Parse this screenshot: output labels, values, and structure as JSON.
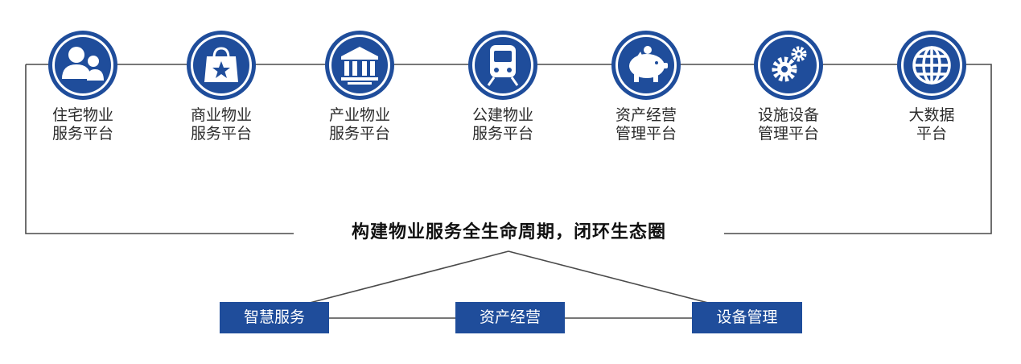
{
  "platforms": [
    {
      "icon": "residential-people-icon",
      "line1": "住宅物业",
      "line2": "服务平台"
    },
    {
      "icon": "shopping-bag-star-icon",
      "line1": "商业物业",
      "line2": "服务平台"
    },
    {
      "icon": "industrial-building-icon",
      "line1": "产业物业",
      "line2": "服务平台"
    },
    {
      "icon": "train-icon",
      "line1": "公建物业",
      "line2": "服务平台"
    },
    {
      "icon": "piggy-bank-icon",
      "line1": "资产经营",
      "line2": "管理平台"
    },
    {
      "icon": "gears-icon",
      "line1": "设施设备",
      "line2": "管理平台"
    },
    {
      "icon": "globe-icon",
      "line1": "大数据",
      "line2": "平台"
    }
  ],
  "center_title": "构建物业服务全生命周期，闭环生态圈",
  "bottom_boxes": [
    "智慧服务",
    "资产经营",
    "设备管理"
  ],
  "colors": {
    "primary": "#1f4d9b",
    "line": "#4a4a4a",
    "text": "#2b2b2b"
  }
}
